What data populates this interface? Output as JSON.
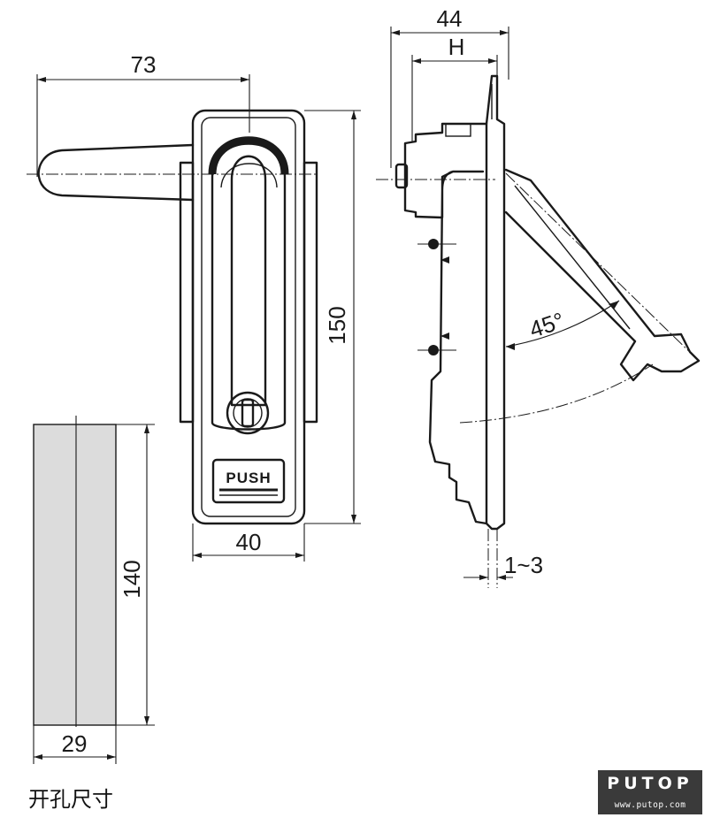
{
  "front_view": {
    "dim_width_top": "73",
    "dim_height": "150",
    "dim_width_bottom": "40",
    "push_label": "PUSH"
  },
  "side_view": {
    "dim_depth": "44",
    "dim_h": "H",
    "dim_angle": "45°",
    "dim_panel": "1~3"
  },
  "cutout": {
    "dim_height": "140",
    "dim_width": "29",
    "caption": "开孔尺寸",
    "fill_color": "#dcdcdc"
  },
  "logo": {
    "word": "PUTOP",
    "url": "www.putop.com"
  }
}
